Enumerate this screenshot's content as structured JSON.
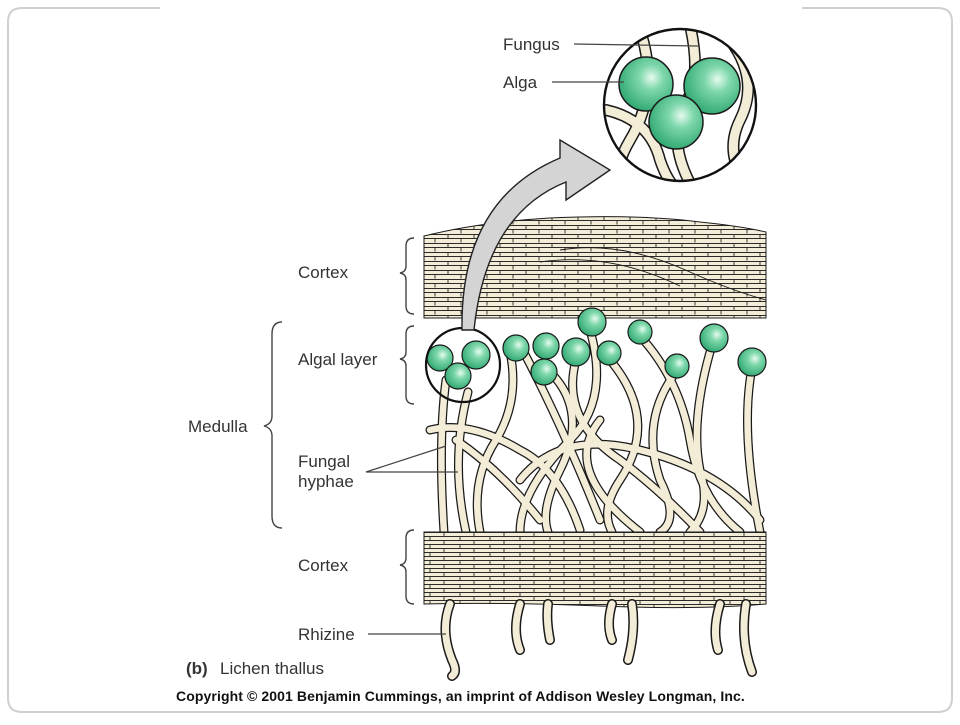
{
  "labels": {
    "fungus": "Fungus",
    "alga": "Alga",
    "cortex_top": "Cortex",
    "algal_layer": "Algal layer",
    "medulla": "Medulla",
    "fungal_hyphae_1": "Fungal",
    "fungal_hyphae_2": "hyphae",
    "cortex_bottom": "Cortex",
    "rhizine": "Rhizine"
  },
  "caption": {
    "letter": "(b)",
    "text": "Lichen thallus"
  },
  "copyright": "Copyright © 2001 Benjamin Cummings, an imprint of Addison Wesley Longman, Inc.",
  "colors": {
    "alga_fill": "#49c08a",
    "alga_highlight": "#d8f5e6",
    "tissue_fill": "#f3ecd6",
    "outline": "#1a1a1a",
    "arrow_fill": "#d4d4d4",
    "frame": "#cfcfcf"
  }
}
